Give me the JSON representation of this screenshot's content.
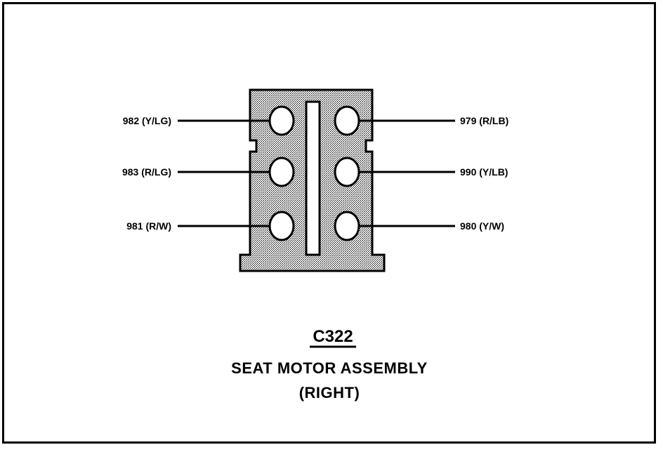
{
  "connector": {
    "code": "C322",
    "name": "SEAT MOTOR ASSEMBLY",
    "side": "(RIGHT)"
  },
  "pins": {
    "left": [
      {
        "label": "982 (Y/LG)"
      },
      {
        "label": "983 (R/LG)"
      },
      {
        "label": "981 (R/W)"
      }
    ],
    "right": [
      {
        "label": "979 (R/LB)"
      },
      {
        "label": "990 (Y/LB)"
      },
      {
        "label": "980 (Y/W)"
      }
    ]
  },
  "colors": {
    "line": "#000000",
    "body_fill": "#c8c8c8"
  }
}
